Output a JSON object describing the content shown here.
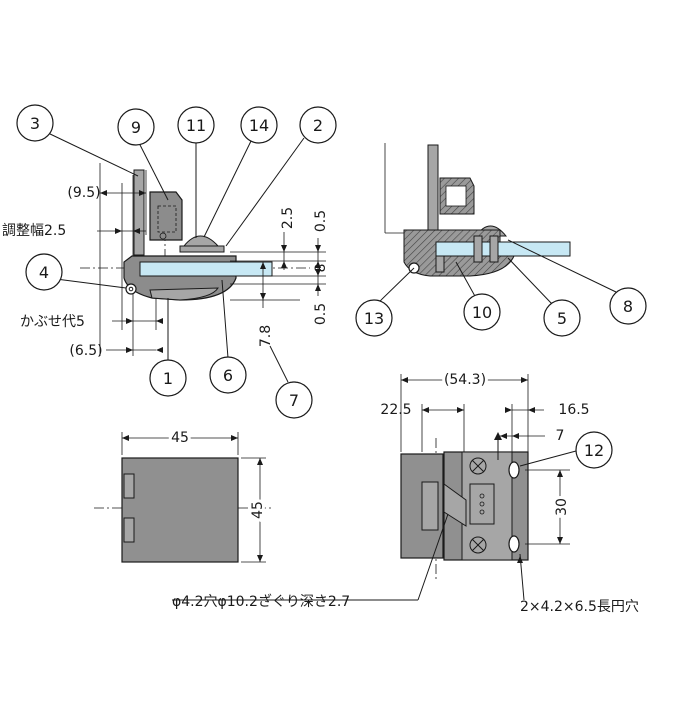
{
  "callouts": {
    "c1": "1",
    "c2": "2",
    "c3": "3",
    "c4": "4",
    "c5": "5",
    "c6": "6",
    "c7": "7",
    "c8": "8",
    "c9": "9",
    "c10": "10",
    "c11": "11",
    "c12": "12",
    "c13": "13",
    "c14": "14"
  },
  "dimensions": {
    "d9_5": "(9.5)",
    "adjust": "調整幅2.5",
    "overlay": "かぶせ代5",
    "d6_5": "(6.5)",
    "d2_5": "2.5",
    "d0_5_top": "0.5",
    "d8": "8",
    "d0_5_bottom": "0.5",
    "d7_8": "7.8",
    "d45_width": "45",
    "d45_height": "45",
    "d54_3": "(54.3)",
    "d22_5": "22.5",
    "d16_5": "16.5",
    "d7": "7",
    "d30": "30"
  },
  "notes": {
    "hole_note": "φ4.2穴φ10.2ざぐり深さ2.7",
    "slot_note": "2×4.2×6.5長円穴"
  },
  "colors": {
    "body": "#8c8c8c",
    "glass": "#c7e8f4",
    "line": "#1a1a1a"
  }
}
